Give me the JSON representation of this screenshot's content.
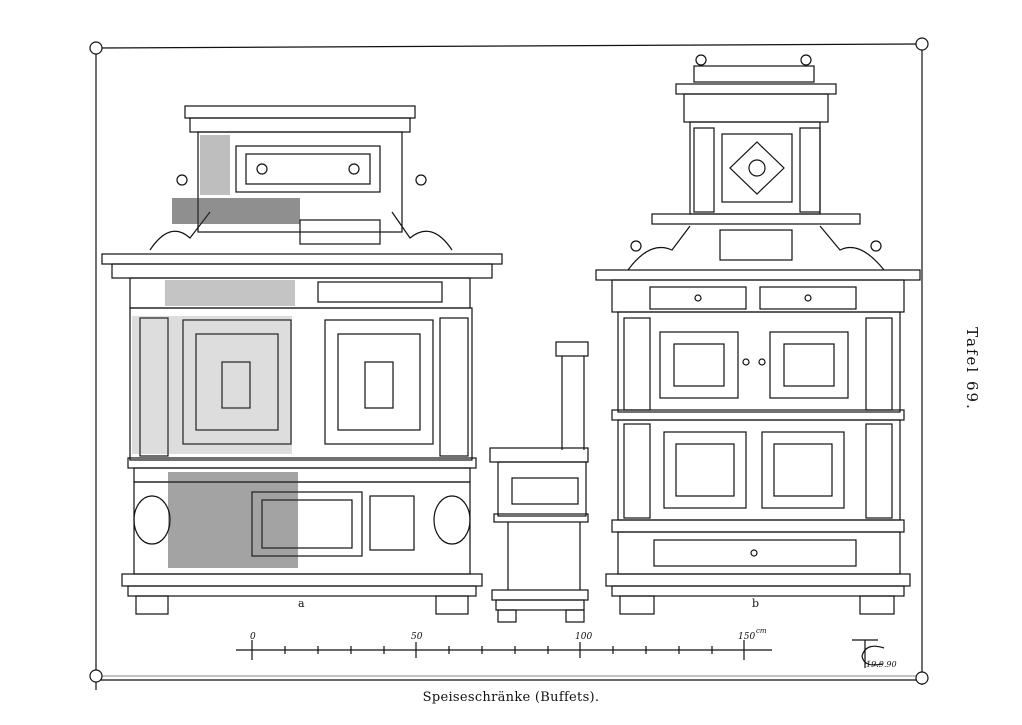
{
  "plate": {
    "caption": "Speiseschränke (Buffets).",
    "plate_number": "Tafel 69.",
    "figure_labels": {
      "a": "a",
      "b": "b"
    }
  },
  "scale_bar": {
    "ticks": [
      "0",
      "50",
      "100",
      "150"
    ],
    "unit": "cm"
  },
  "monogram": {
    "date": "19.9.90"
  }
}
